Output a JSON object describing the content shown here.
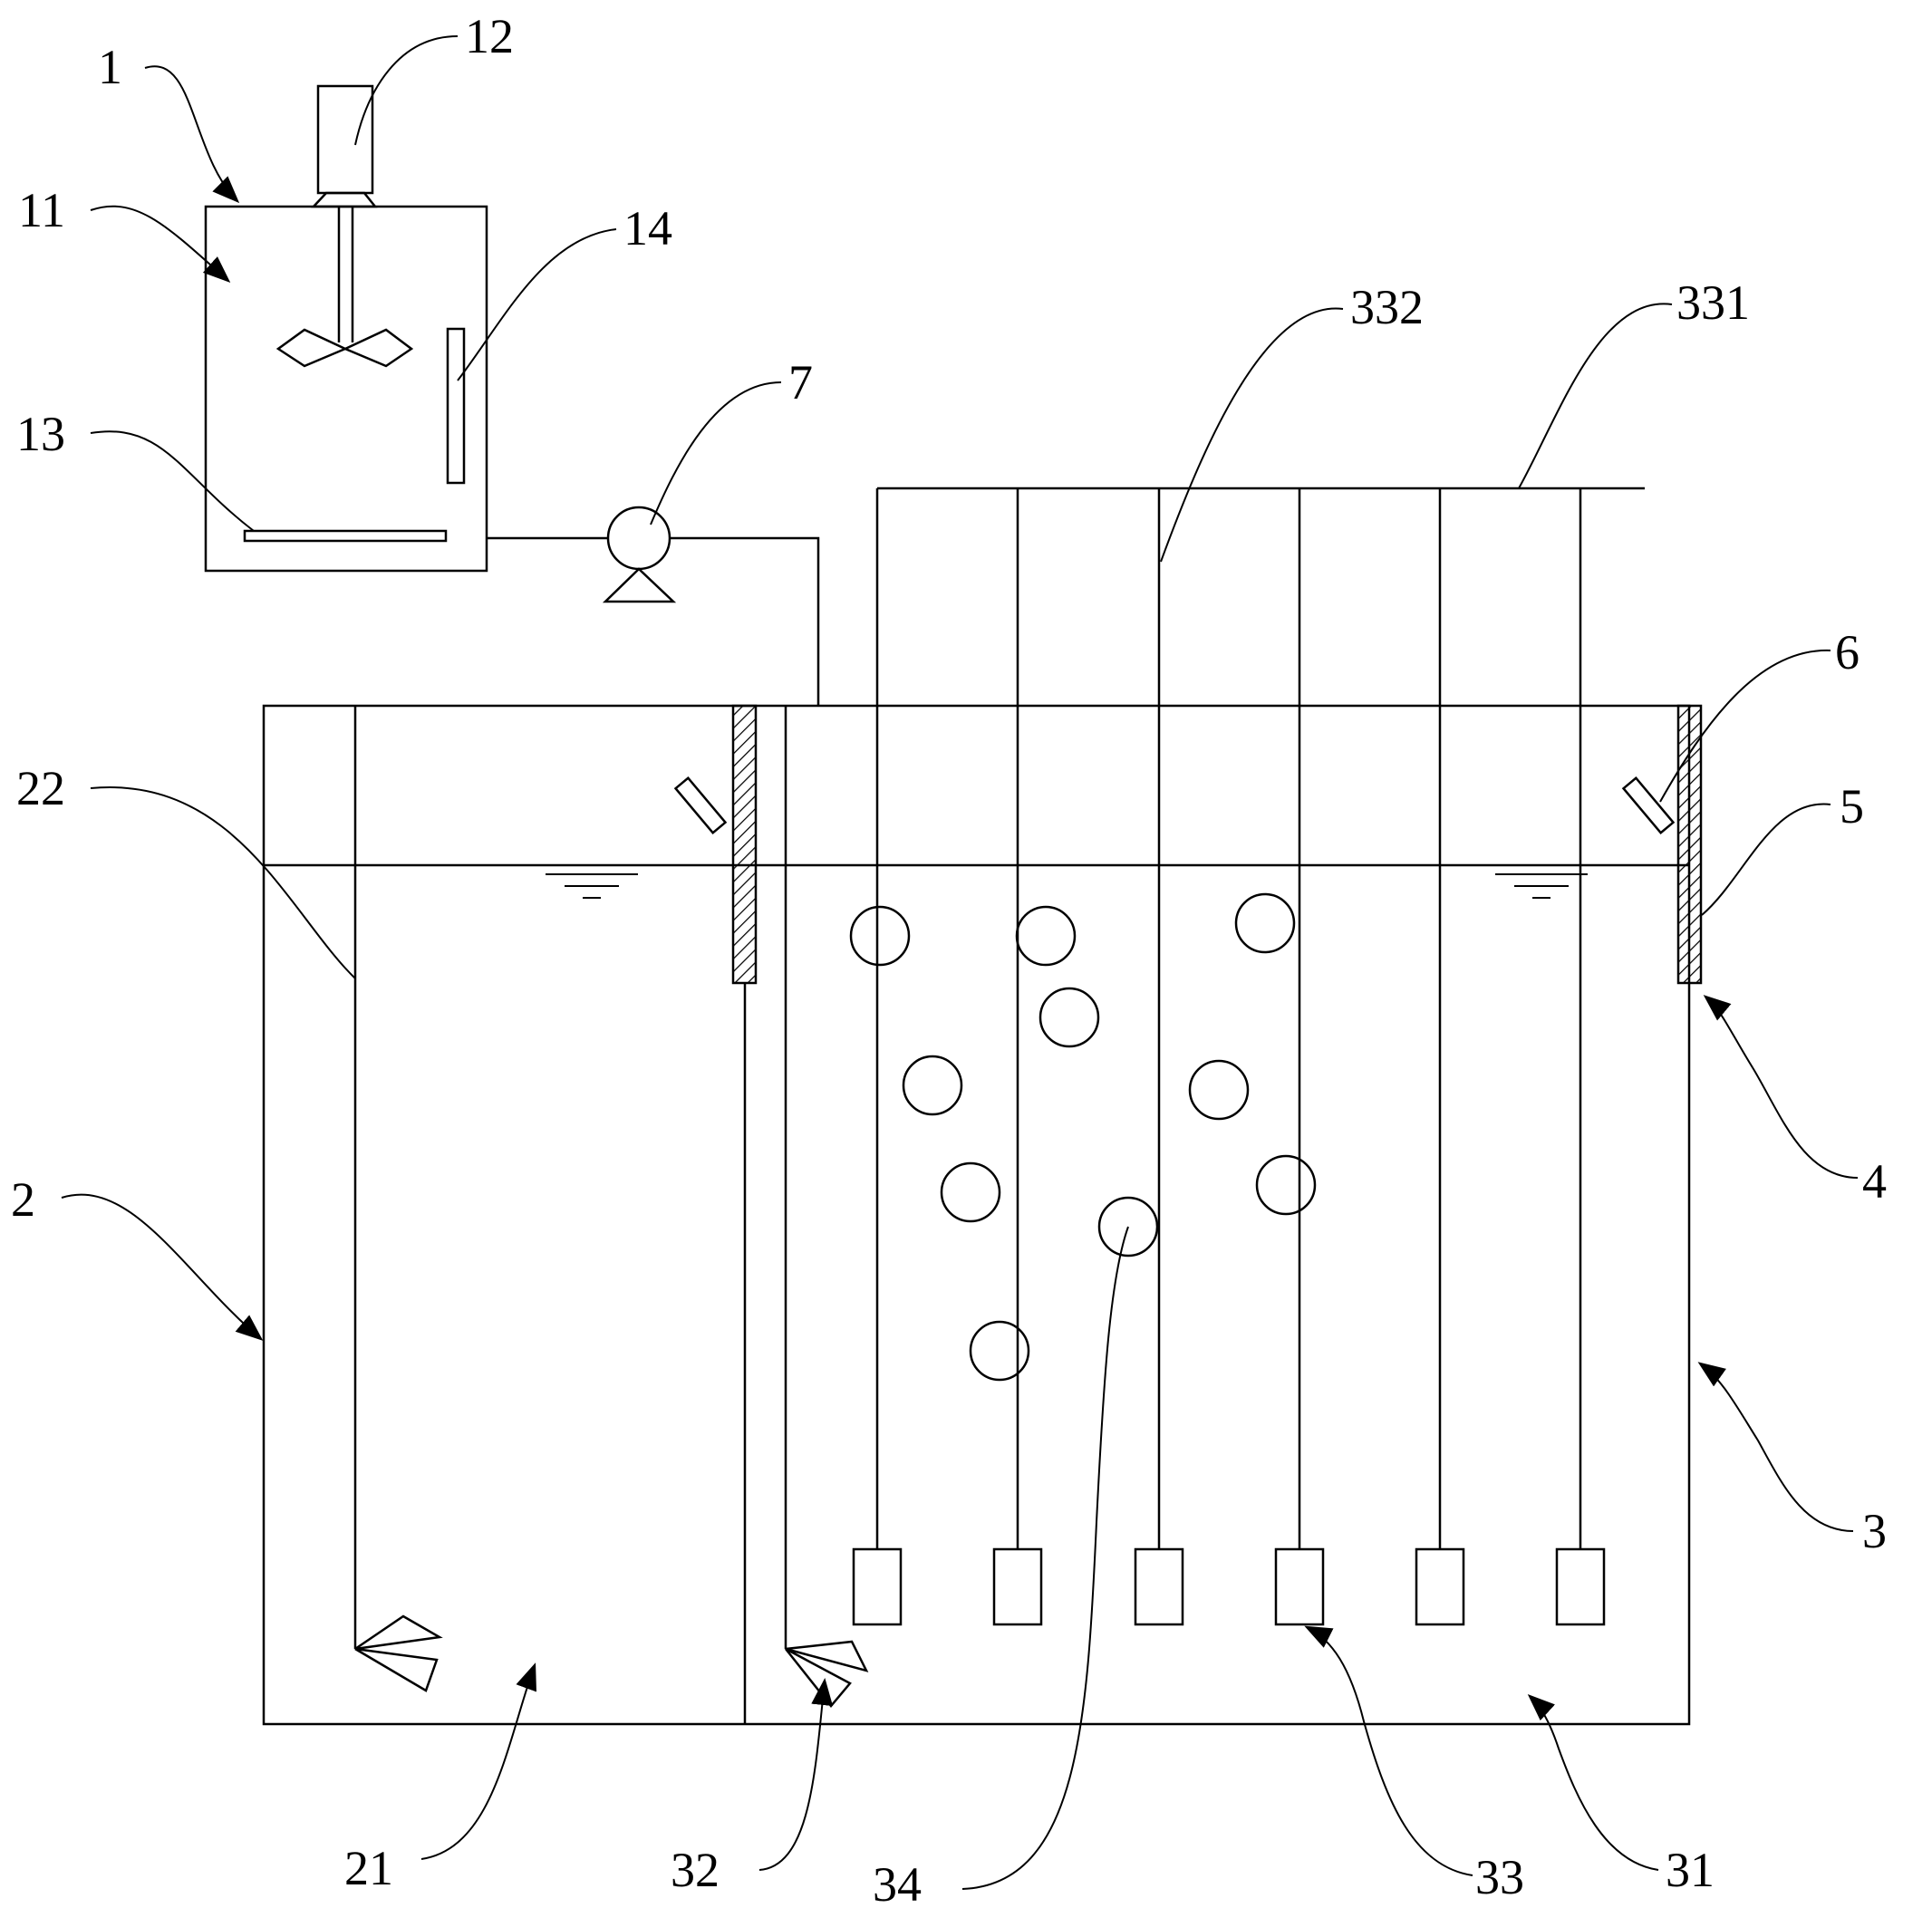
{
  "labels": {
    "l1": "1",
    "l2": "2",
    "l3": "3",
    "l4": "4",
    "l5": "5",
    "l6": "6",
    "l7": "7",
    "l11": "11",
    "l12": "12",
    "l13": "13",
    "l14": "14",
    "l21": "21",
    "l22": "22",
    "l31": "31",
    "l32": "32",
    "l33": "33",
    "l34": "34",
    "l331": "331",
    "l332": "332"
  }
}
